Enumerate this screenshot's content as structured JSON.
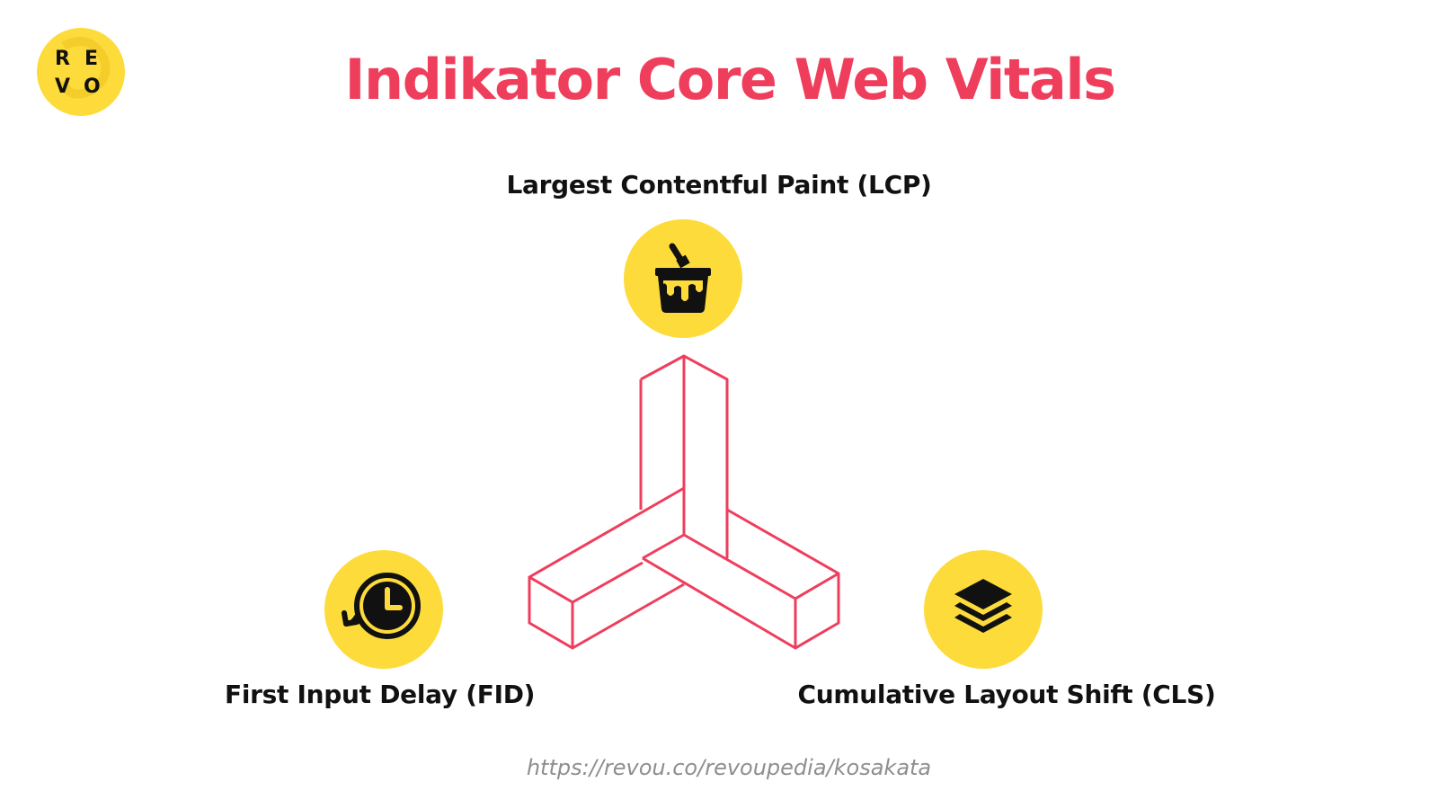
{
  "logo": {
    "letters": [
      "R",
      "E",
      "V",
      "O"
    ]
  },
  "title": "Indikator Core Web Vitals",
  "metrics": {
    "lcp": {
      "label": "Largest Contentful Paint (LCP)",
      "icon": "paint-bucket-icon"
    },
    "fid": {
      "label": "First Input Delay (FID)",
      "icon": "clock-history-icon"
    },
    "cls": {
      "label": "Cumulative Layout Shift (CLS)",
      "icon": "layers-icon"
    }
  },
  "source_url": "https://revou.co/revoupedia/kosakata",
  "colors": {
    "accent": "#EF3E5C",
    "yellow": "#FDDB3A",
    "text": "#111111",
    "muted": "#8E8E8E"
  }
}
